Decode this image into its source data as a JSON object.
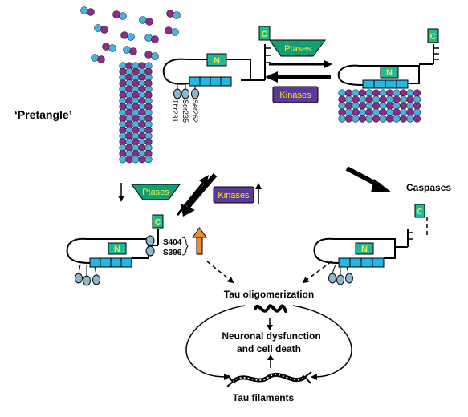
{
  "labels": {
    "pretangle": "‘Pretangle’",
    "caspases": "Caspases",
    "tau_oligomerization": "Tau oligomerization",
    "neuronal_line1": "Neuronal dysfunction",
    "neuronal_line2": "and cell death",
    "tau_filaments": "Tau filaments",
    "ptases": "Ptases",
    "kinases": "Kinases",
    "n_domain": "N",
    "c_domain": "C",
    "ser262": "Ser262",
    "ser235": "Ser235",
    "thr231": "Thr231",
    "s404": "S404",
    "s396": "S396"
  },
  "colors": {
    "blue": "#45b3df",
    "magenta": "#8e2a8a",
    "cyan": "#23b7e5",
    "green_n": "#1fb89a",
    "ptase_green": "#159d74",
    "ptase_text": "#e9f046",
    "kinase_purple": "#5a3a9a",
    "kinase_text": "#ffe600",
    "phospho_grey": "#8fb6cf",
    "orange": "#f08a2a"
  }
}
